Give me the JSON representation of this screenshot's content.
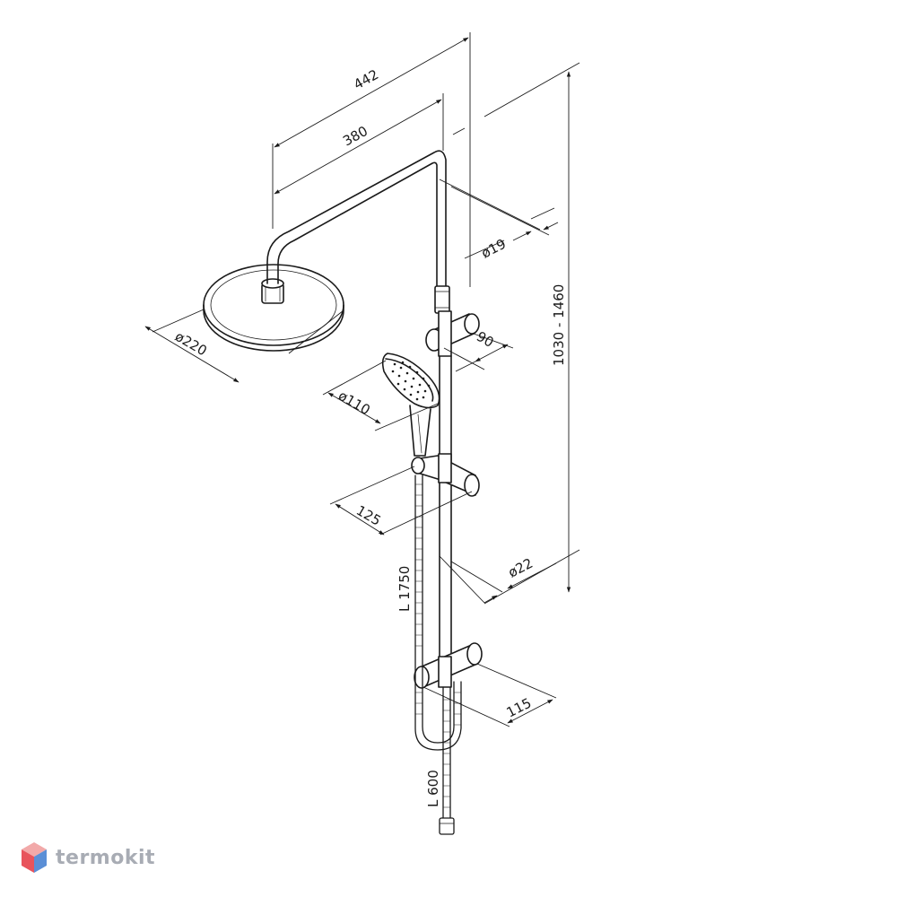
{
  "dimensions": {
    "arm_reach_total": "442",
    "arm_reach_inner": "380",
    "rail_pipe_diameter": "ø19",
    "overall_height": "1030 - 1460",
    "overhead_shower_diameter": "ø220",
    "upper_bracket_depth": "90",
    "hand_shower_diameter": "ø110",
    "slider_depth": "125",
    "rail_diameter": "ø22",
    "hose_length": "L 1750",
    "lower_bracket_depth": "115",
    "hose_outlet_length": "L 600"
  },
  "brand": {
    "name": "termokit",
    "icon": "hexagon-cube-icon",
    "colors": {
      "top": "#f2a9a9",
      "left": "#e8545c",
      "right": "#5b8fd6",
      "text": "#a8acb4"
    }
  }
}
